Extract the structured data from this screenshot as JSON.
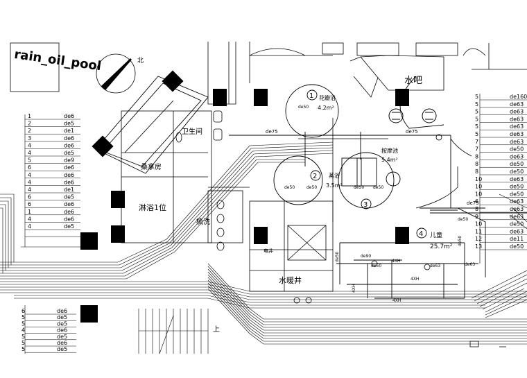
{
  "title": "rain_oil_pool",
  "north_label": "北",
  "rooms": {
    "toilet": "卫生间",
    "sauna": "桑拿房",
    "shower": "淋浴1位",
    "wash": "梳洗",
    "water_bar": "水吧",
    "spa": "花瓣浴",
    "spa_area": "4.2m²",
    "steam": "蒸浴",
    "steam_area": "3.5m²",
    "massage": "按摩池",
    "massage_area": "5.4m²",
    "kids": "儿童",
    "kids_area": "25.7m²",
    "heat_well": "水暖井",
    "electric_well": "电井"
  },
  "pool_numbers": [
    "1",
    "2",
    "3",
    "4"
  ],
  "pipe_labels": [
    "de75",
    "de75",
    "de75",
    "de50",
    "de50",
    "de50",
    "de50",
    "de50",
    "de50",
    "de90",
    "de63",
    "de63",
    "de50",
    "de50",
    "de50",
    "4XH",
    "4XH",
    "4XH",
    "4XH"
  ],
  "upstairs": "上",
  "left_legend": [
    {
      "no": "1",
      "size": "de6"
    },
    {
      "no": "2",
      "size": "de5"
    },
    {
      "no": "2",
      "size": "de1"
    },
    {
      "no": "3",
      "size": "de6"
    },
    {
      "no": "4",
      "size": "de6"
    },
    {
      "no": "4",
      "size": "de5"
    },
    {
      "no": "5",
      "size": "de9"
    },
    {
      "no": "6",
      "size": "de6"
    },
    {
      "no": "4",
      "size": "de6"
    },
    {
      "no": "4",
      "size": "de6"
    },
    {
      "no": "4",
      "size": "de1"
    },
    {
      "no": "6",
      "size": "de5"
    },
    {
      "no": "6",
      "size": "de6"
    },
    {
      "no": "1",
      "size": "de6"
    },
    {
      "no": "4",
      "size": "de6"
    },
    {
      "no": "4",
      "size": "de5"
    },
    {
      "no": "",
      "size": ""
    }
  ],
  "bottom_left_legend": [
    {
      "no": "6",
      "size": "de6"
    },
    {
      "no": "5",
      "size": "de5"
    },
    {
      "no": "5",
      "size": "de5"
    },
    {
      "no": "4",
      "size": "de6"
    },
    {
      "no": "5",
      "size": "de5"
    },
    {
      "no": "5",
      "size": "de6"
    },
    {
      "no": "5",
      "size": "de5"
    }
  ],
  "right_legend": [
    {
      "no": "5",
      "size": "de160"
    },
    {
      "no": "5",
      "size": "de63"
    },
    {
      "no": "5",
      "size": "de63"
    },
    {
      "no": "5",
      "size": "de63"
    },
    {
      "no": "5",
      "size": "de63"
    },
    {
      "no": "5",
      "size": "de63"
    },
    {
      "no": "7",
      "size": "de63"
    },
    {
      "no": "7",
      "size": "de50"
    },
    {
      "no": "8",
      "size": "de63"
    },
    {
      "no": "8",
      "size": "de50"
    },
    {
      "no": "8",
      "size": "de50"
    },
    {
      "no": "10",
      "size": "de63"
    },
    {
      "no": "10",
      "size": "de50"
    },
    {
      "no": "10",
      "size": "de50"
    },
    {
      "no": "6",
      "size": "de63"
    },
    {
      "no": "8",
      "size": "de63"
    },
    {
      "no": "9",
      "size": "de63"
    },
    {
      "no": "10",
      "size": "de50"
    },
    {
      "no": "11",
      "size": "de63"
    },
    {
      "no": "12",
      "size": "de11"
    },
    {
      "no": "13",
      "size": "de50"
    }
  ]
}
